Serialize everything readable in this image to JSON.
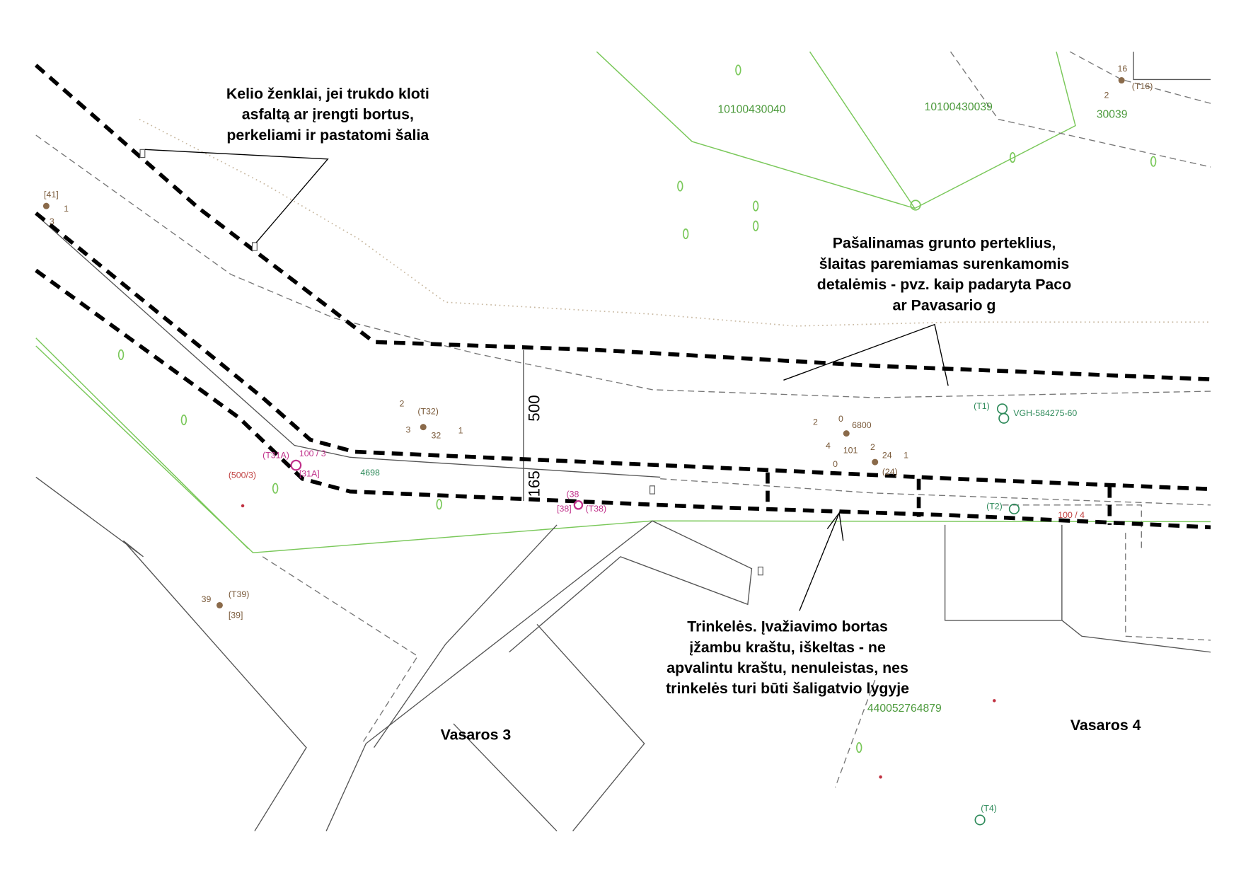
{
  "annotations": {
    "road_signs": [
      "Kelio ženklai, jei trukdo kloti",
      "asfaltą ar įrengti bortus,",
      "perkeliami ir pastatomi šalia"
    ],
    "soil_excess": [
      "Pašalinamas grunto perteklius,",
      "šlaitas paremiamas surenkamomis",
      "detalėmis - pvz. kaip padaryta Paco",
      "ar Pavasario g"
    ],
    "paving": [
      "Trinkelės. Įvažiavimo bortas",
      "įžambu kraštu, iškeltas - ne",
      "apvalintu kraštu, nenuleistas, nes",
      "trinkelės turi būti šaligatvio lygyje"
    ]
  },
  "places": {
    "vasaros3": "Vasaros 3",
    "vasaros4": "Vasaros 4"
  },
  "dimensions": {
    "width": "500",
    "offset": "165"
  },
  "parcels": {
    "p1": "10100430040",
    "p2": "10100430039",
    "p3": "30039",
    "p4": "440052764879"
  },
  "points": {
    "t32": "(T32)",
    "t32_num": "32",
    "t32_a": "2",
    "t32_b": "3",
    "t32_c": "1",
    "t41": "[41]",
    "t41_a": "1",
    "t41_b": "3",
    "t31a": "(T31A)",
    "t31a_val": "100 / 3",
    "t31a_b": "[31A]",
    "t31a_c": "(500/3)",
    "p4698": "4698",
    "t38": "(T38)",
    "t38_b": "[38]",
    "t38_c": "(38",
    "t39": "(T39)",
    "t39_a": "39",
    "t39_b": "[39]",
    "p6800": "6800",
    "p101": "101",
    "p24": "24",
    "p24b": "(24)",
    "n2": "2",
    "n0": "0",
    "n4": "4",
    "n0b": "0",
    "n2b": "2",
    "n1": "1",
    "t1": "(T1)",
    "vgh": "VGH-584275-60",
    "t2": "(T2)",
    "t2_val": "100 / 4",
    "t4": "(T4)",
    "t16": "16",
    "t16b": "(T16)",
    "t16c": "2"
  },
  "colors": {
    "parcel": "#7ac85a",
    "curb_outline": "#000000",
    "label_green": "#4c9a3c"
  }
}
